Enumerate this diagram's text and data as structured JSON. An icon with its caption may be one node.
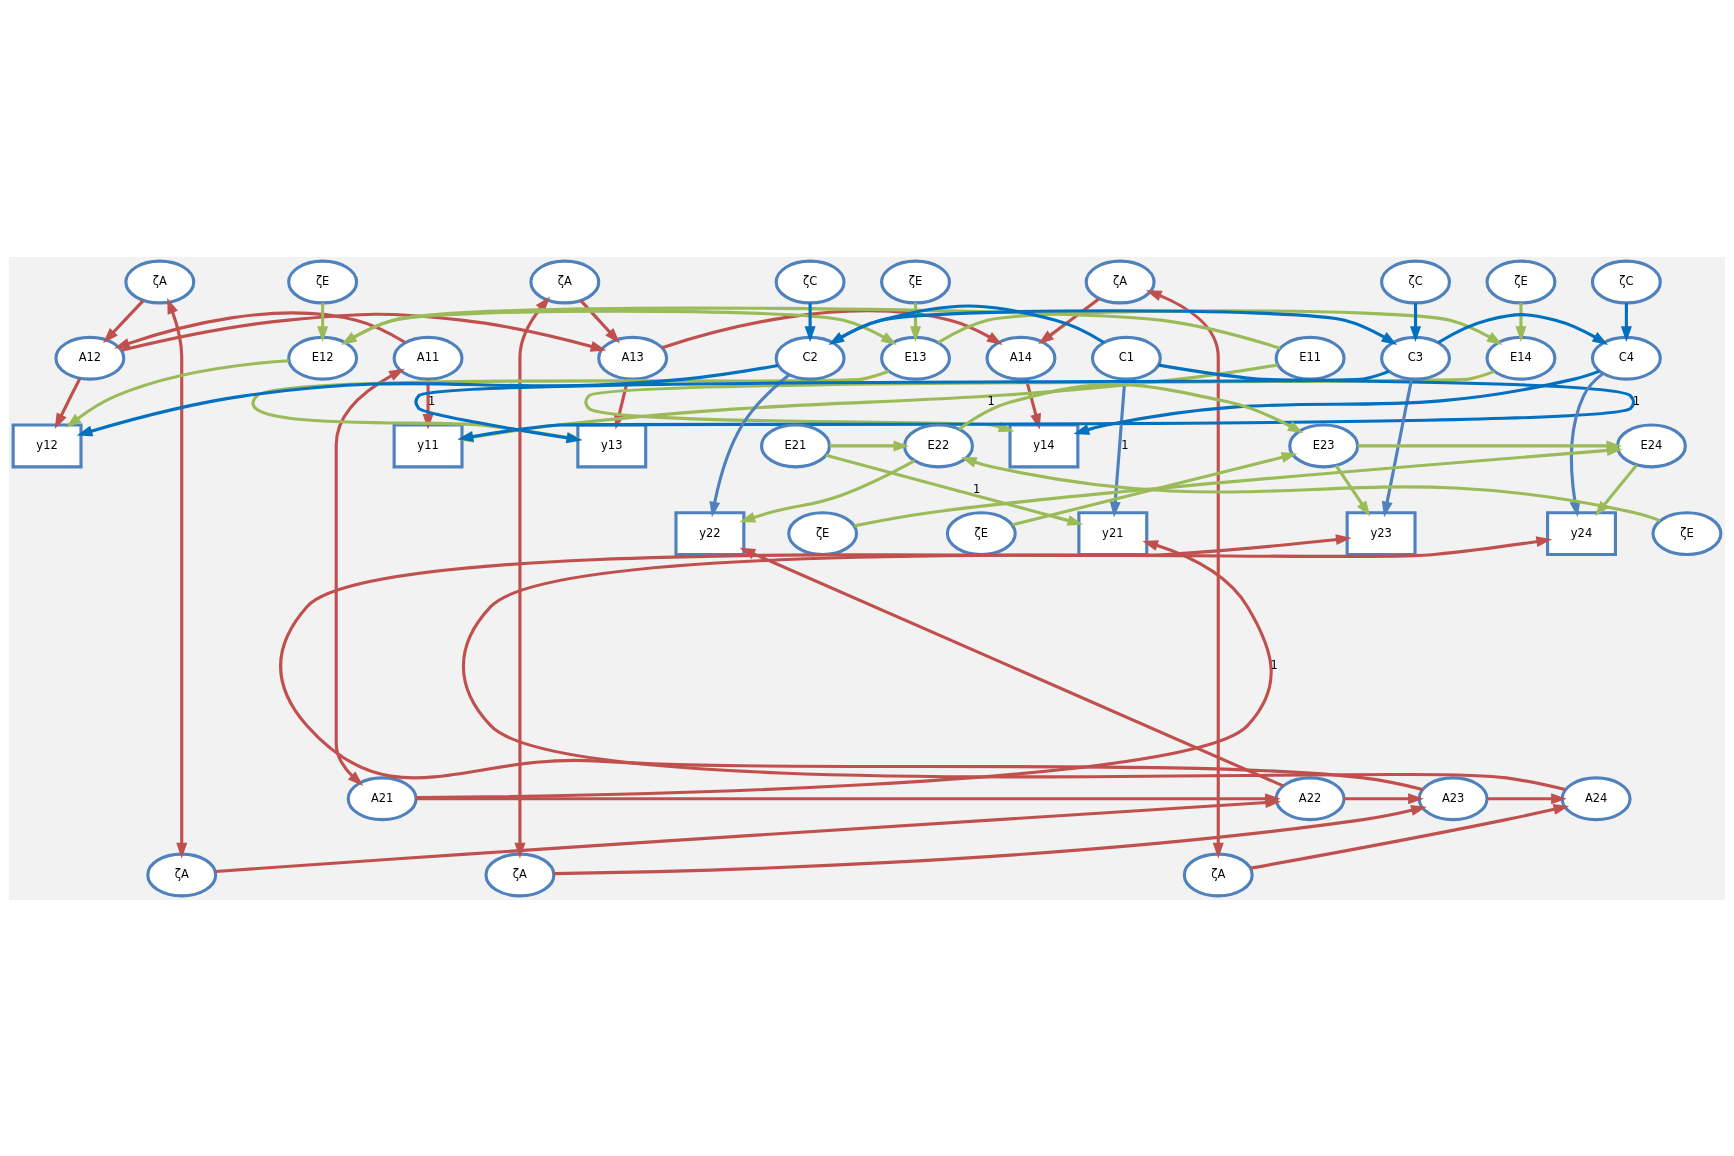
{
  "diagram": {
    "nodes": [
      {
        "text": [
          "ζA"
        ]
      },
      {
        "text": [
          "ζA"
        ]
      },
      {
        "text": [
          "ζA"
        ]
      },
      {
        "text": [
          "A11"
        ]
      },
      {
        "text": [
          "A12"
        ]
      },
      {
        "text": [
          "A13"
        ]
      },
      {
        "text": [
          "A14"
        ]
      },
      {
        "text": [
          "y11"
        ]
      },
      {
        "text": [
          "y12"
        ]
      },
      {
        "text": [
          "y13"
        ]
      },
      {
        "text": [
          "y14"
        ]
      },
      {
        "text": [
          "ζE"
        ]
      },
      {
        "text": [
          "ζE"
        ]
      },
      {
        "text": [
          "ζE"
        ]
      },
      {
        "text": [
          "E11"
        ]
      },
      {
        "text": [
          "E12"
        ]
      },
      {
        "text": [
          "E13"
        ]
      },
      {
        "text": [
          "E14"
        ]
      },
      {
        "text": [
          "ζC"
        ]
      },
      {
        "text": [
          "ζC"
        ]
      },
      {
        "text": [
          "ζC"
        ]
      },
      {
        "text": [
          "C1"
        ]
      },
      {
        "text": [
          "C2"
        ]
      },
      {
        "text": [
          "C3"
        ]
      },
      {
        "text": [
          "C4"
        ]
      },
      {
        "text": [
          "E21"
        ]
      },
      {
        "text": [
          "E22"
        ]
      },
      {
        "text": [
          "E23"
        ]
      },
      {
        "text": [
          "E24"
        ]
      },
      {
        "text": [
          "ζE"
        ]
      },
      {
        "text": [
          "ζE"
        ]
      },
      {
        "text": [
          "ζE"
        ]
      },
      {
        "text": [
          "y21"
        ]
      },
      {
        "text": [
          "y22"
        ]
      },
      {
        "text": [
          "y23"
        ]
      },
      {
        "text": [
          "y24"
        ]
      },
      {
        "text": [
          "A21"
        ]
      },
      {
        "text": [
          "A22"
        ]
      },
      {
        "text": [
          "A23"
        ]
      },
      {
        "text": [
          "A24"
        ]
      },
      {
        "text": [
          "ζA"
        ]
      },
      {
        "text": [
          "ζA"
        ]
      },
      {
        "text": [
          "ζA"
        ]
      }
    ],
    "edges": [
      {
        "from": 3,
        "to": 36,
        "arrow": "both",
        "color": "#c0504d"
      },
      {
        "from": 0,
        "to": 40,
        "arrow": "both",
        "color": "#c0504d"
      },
      {
        "from": 1,
        "to": 41,
        "arrow": "both",
        "color": "#c0504d"
      },
      {
        "from": 2,
        "to": 42,
        "arrow": "both",
        "color": "#c0504d"
      },
      {
        "from": 0,
        "to": 4,
        "arrow": "to",
        "color": "#c0504d"
      },
      {
        "from": 1,
        "to": 5,
        "arrow": "to",
        "color": "#c0504d"
      },
      {
        "from": 2,
        "to": 6,
        "arrow": "to",
        "color": "#c0504d"
      },
      {
        "from": 3,
        "to": 4,
        "arrow": "to",
        "color": "#c0504d"
      },
      {
        "from": 4,
        "to": 5,
        "arrow": "to",
        "color": "#c0504d"
      },
      {
        "from": 5,
        "to": 6,
        "arrow": "to",
        "color": "#c0504d"
      },
      {
        "from": 3,
        "to": 7,
        "arrow": "to",
        "label": "1",
        "color": "#c0504d"
      },
      {
        "from": 4,
        "to": 8,
        "arrow": "to",
        "color": "#c0504d"
      },
      {
        "from": 5,
        "to": 9,
        "arrow": "to",
        "color": "#c0504d"
      },
      {
        "from": 6,
        "to": 10,
        "arrow": "to",
        "color": "#c0504d"
      },
      {
        "from": 11,
        "to": 15,
        "arrow": "to",
        "color": "#9bbb59"
      },
      {
        "from": 12,
        "to": 16,
        "arrow": "to",
        "color": "#9bbb59"
      },
      {
        "from": 13,
        "to": 17,
        "arrow": "to",
        "color": "#9bbb59"
      },
      {
        "from": 14,
        "to": 7,
        "arrow": "to",
        "label": "1",
        "color": "#9bbb59"
      },
      {
        "from": 15,
        "to": 8,
        "arrow": "to",
        "color": "#9bbb59"
      },
      {
        "from": 16,
        "to": 9,
        "arrow": "to",
        "color": "#9bbb59"
      },
      {
        "from": 17,
        "to": 10,
        "arrow": "to",
        "color": "#9bbb59"
      },
      {
        "from": 14,
        "to": 15,
        "arrow": "to",
        "color": "#9bbb59"
      },
      {
        "from": 15,
        "to": 16,
        "arrow": "to",
        "color": "#9bbb59"
      },
      {
        "from": 16,
        "to": 17,
        "arrow": "to",
        "color": "#9bbb59"
      },
      {
        "from": 21,
        "to": 7,
        "arrow": "to",
        "label": "1",
        "color": "#0070c0"
      },
      {
        "from": 22,
        "to": 8,
        "arrow": "to",
        "color": "#0070c0"
      },
      {
        "from": 23,
        "to": 9,
        "arrow": "to",
        "color": "#0070c0"
      },
      {
        "from": 24,
        "to": 10,
        "arrow": "to",
        "color": "#0070c0"
      },
      {
        "from": 18,
        "to": 22,
        "arrow": "to",
        "color": "#0070c0"
      },
      {
        "from": 19,
        "to": 23,
        "arrow": "to",
        "color": "#0070c0"
      },
      {
        "from": 20,
        "to": 24,
        "arrow": "to",
        "color": "#0070c0"
      },
      {
        "from": 21,
        "to": 22,
        "arrow": "to",
        "color": "#0070c0"
      },
      {
        "from": 22,
        "to": 23,
        "arrow": "to",
        "color": "#0070c0"
      },
      {
        "from": 23,
        "to": 24,
        "arrow": "to",
        "color": "#0070c0"
      },
      {
        "from": 21,
        "to": 32,
        "arrow": "to",
        "label": "1",
        "color": "#4f81bd"
      },
      {
        "from": 22,
        "to": 33,
        "arrow": "to",
        "color": "#4f81bd"
      },
      {
        "from": 23,
        "to": 34,
        "arrow": "to",
        "color": "#4f81bd"
      },
      {
        "from": 24,
        "to": 35,
        "arrow": "to",
        "color": "#4f81bd"
      },
      {
        "from": 25,
        "to": 26,
        "arrow": "to",
        "color": "#9bbb59"
      },
      {
        "from": 26,
        "to": 27,
        "arrow": "to",
        "color": "#9bbb59"
      },
      {
        "from": 27,
        "to": 28,
        "arrow": "to",
        "color": "#9bbb59"
      },
      {
        "from": 25,
        "to": 32,
        "arrow": "to",
        "label": "1",
        "color": "#9bbb59"
      },
      {
        "from": 26,
        "to": 33,
        "arrow": "to",
        "color": "#9bbb59"
      },
      {
        "from": 27,
        "to": 34,
        "arrow": "to",
        "color": "#9bbb59"
      },
      {
        "from": 28,
        "to": 35,
        "arrow": "to",
        "color": "#9bbb59"
      },
      {
        "from": 29,
        "to": 26,
        "arrow": "to",
        "color": "#9bbb59"
      },
      {
        "from": 30,
        "to": 27,
        "arrow": "to",
        "color": "#9bbb59"
      },
      {
        "from": 31,
        "to": 28,
        "arrow": "to",
        "color": "#9bbb59"
      },
      {
        "from": 36,
        "to": 32,
        "arrow": "to",
        "label": "1",
        "color": "#c0504d"
      },
      {
        "from": 37,
        "to": 33,
        "arrow": "to",
        "color": "#c0504d"
      },
      {
        "from": 38,
        "to": 34,
        "arrow": "to",
        "color": "#c0504d"
      },
      {
        "from": 39,
        "to": 35,
        "arrow": "to",
        "color": "#c0504d"
      },
      {
        "from": 36,
        "to": 37,
        "arrow": "to",
        "color": "#c0504d"
      },
      {
        "from": 37,
        "to": 38,
        "arrow": "to",
        "color": "#c0504d"
      },
      {
        "from": 38,
        "to": 39,
        "arrow": "to",
        "color": "#c0504d"
      },
      {
        "from": 40,
        "to": 37,
        "arrow": "to",
        "color": "#c0504d"
      },
      {
        "from": 41,
        "to": 38,
        "arrow": "to",
        "color": "#c0504d"
      },
      {
        "from": 42,
        "to": 39,
        "arrow": "to",
        "color": "#c0504d"
      }
    ]
  }
}
